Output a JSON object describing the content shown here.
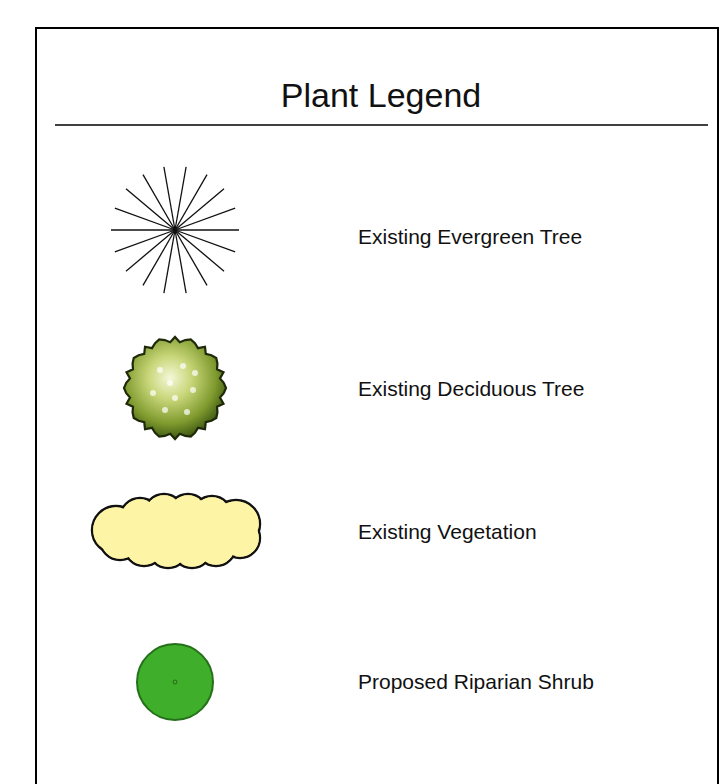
{
  "diagram": {
    "title": "Plant Legend",
    "legend": [
      {
        "text": "Existing Evergreen Tree"
      },
      {
        "text": "Existing Deciduous Tree"
      },
      {
        "text": "Existing Vegetation"
      },
      {
        "text": "Proposed Riparian Shrub"
      }
    ]
  }
}
